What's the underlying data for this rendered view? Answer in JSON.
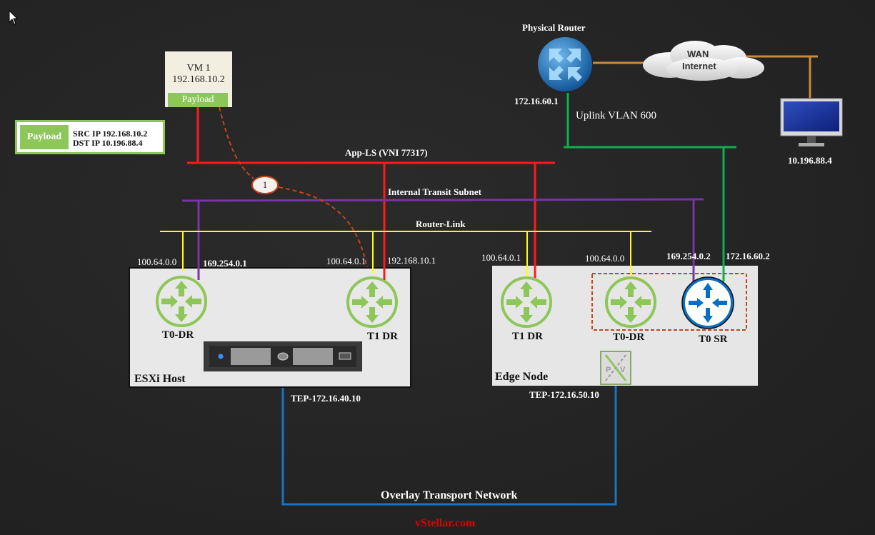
{
  "diagram": {
    "vm": {
      "name": "VM 1",
      "ip": "192.168.10.2",
      "payload_label": "Payload"
    },
    "legend": {
      "payload_label": "Payload",
      "src": "SRC IP 192.168.10.2",
      "dst": "DST IP 10.196.88.4"
    },
    "step_marker": "1",
    "segments": {
      "app_ls": "App-LS (VNI 77317)",
      "internal_transit": "Internal Transit Subnet",
      "router_link": "Router-Link",
      "uplink": "Uplink VLAN 600",
      "overlay": "Overlay Transport Network"
    },
    "physical_router": {
      "title": "Physical Router",
      "ip": "172.16.60.1"
    },
    "wan": {
      "line1": "WAN",
      "line2": "Internet"
    },
    "destination": {
      "ip": "10.196.88.4"
    },
    "esxi": {
      "title": "ESXi Host",
      "tep": "TEP-172.16.40.10",
      "t0_dr": {
        "label": "T0-DR",
        "ip_router_link": "100.64.0.0",
        "ip_transit": "169.254.0.1"
      },
      "t1_dr": {
        "label": "T1 DR",
        "ip_router_link": "100.64.0.1",
        "ip_app": "192.168.10.1"
      }
    },
    "edge": {
      "title": "Edge Node",
      "tep": "TEP-172.16.50.10",
      "t1_dr": {
        "label": "T1 DR",
        "ip_router_link": "100.64.0.1"
      },
      "t0_dr": {
        "label": "T0-DR",
        "ip_router_link": "100.64.0.0"
      },
      "t0_sr": {
        "label": "T0 SR",
        "ip_transit": "169.254.0.2",
        "ip_uplink": "172.16.60.2"
      },
      "pv_icon": {
        "p": "P",
        "v": "V"
      }
    },
    "watermark": "vStellar.com",
    "colors": {
      "app_ls": "#ff1a1a",
      "transit": "#7a33a8",
      "router_link": "#ffff00",
      "uplink": "#0db04b",
      "overlay": "#1a73c4",
      "wan_link": "#c88a3c",
      "packet_path": "#c0461b",
      "router_green": "#8dc759",
      "router_blue": "#0a6fc2",
      "watermark": "#e00000"
    }
  }
}
